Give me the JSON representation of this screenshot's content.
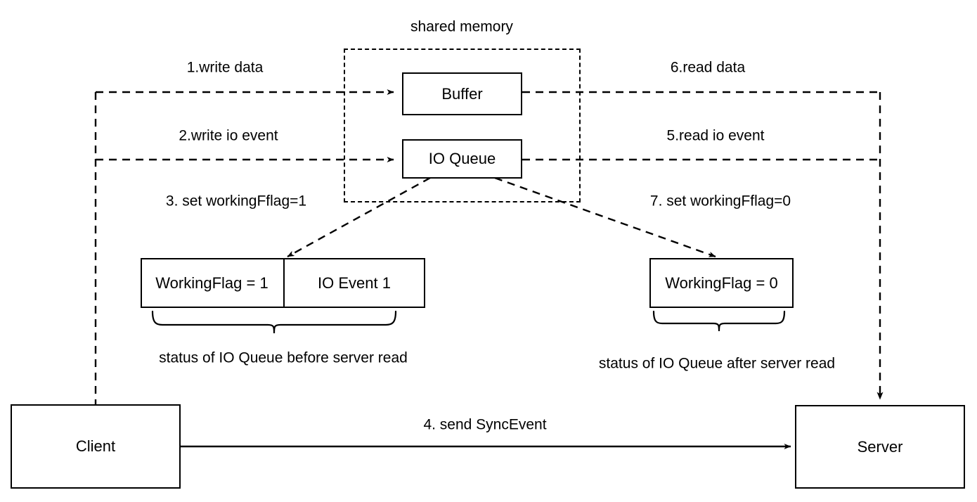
{
  "diagram": {
    "title": "shared memory",
    "nodes": {
      "buffer": "Buffer",
      "io_queue": "IO Queue",
      "client": "Client",
      "server": "Server",
      "working_flag_1": "WorkingFlag = 1",
      "io_event_1": "IO Event 1",
      "working_flag_0": "WorkingFlag = 0"
    },
    "edge_labels": {
      "step1": "1.write data",
      "step2": "2.write io event",
      "step3": "3. set workingFflag=1",
      "step4": "4. send SyncEvent",
      "step5": "5.read io event",
      "step6": "6.read data",
      "step7": "7. set workingFflag=0"
    },
    "annotations": {
      "brace_left": "status of IO Queue before server read",
      "brace_right": "status of IO Queue after server read"
    },
    "colors": {
      "stroke": "#000000",
      "background": "#ffffff",
      "text": "#000000"
    }
  }
}
